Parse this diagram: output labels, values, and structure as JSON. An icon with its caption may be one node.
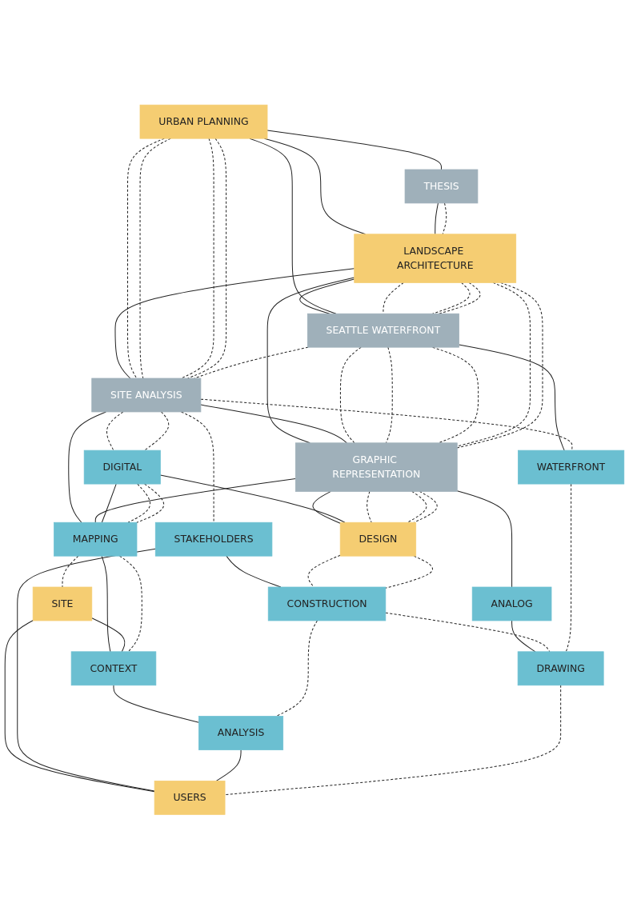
{
  "diagram": {
    "nodes": [
      {
        "text": [
          "URBAN PLANNING"
        ]
      },
      {
        "text": [
          "THESIS"
        ]
      },
      {
        "text": [
          "LANDSCAPE ARCHITECTURE"
        ]
      },
      {
        "text": [
          "SEATTLE WATERFRONT"
        ]
      },
      {
        "text": [
          "SITE ANALYSIS"
        ]
      },
      {
        "text": [
          "GRAPHIC REPRESENTATION"
        ]
      },
      {
        "text": [
          "WATERFRONT"
        ]
      },
      {
        "text": [
          "DIGITAL"
        ]
      },
      {
        "text": [
          "DESIGN"
        ]
      },
      {
        "text": [
          "CONSTRUCTION"
        ]
      },
      {
        "text": [
          "MAPPING"
        ]
      },
      {
        "text": [
          "ANALOG"
        ]
      },
      {
        "text": [
          "DRAWING"
        ]
      },
      {
        "text": [
          "SITE"
        ]
      },
      {
        "text": [
          "STAKEHOLDERS"
        ]
      },
      {
        "text": [
          "USERS"
        ]
      },
      {
        "text": [
          "CONTEXT"
        ]
      },
      {
        "text": [
          "ANALYSIS"
        ]
      }
    ],
    "edges": [
      {
        "from": 0,
        "to": 2,
        "arrow": "none"
      },
      {
        "from": 0,
        "to": 1,
        "arrow": "none"
      },
      {
        "from": 1,
        "to": 2,
        "arrow": "none"
      },
      {
        "from": 2,
        "to": 3,
        "arrow": "none"
      },
      {
        "from": 2,
        "to": 5,
        "arrow": "none"
      },
      {
        "from": 2,
        "to": 4,
        "arrow": "none"
      },
      {
        "from": 0,
        "to": 3,
        "arrow": "none"
      },
      {
        "from": 3,
        "to": 6,
        "arrow": "none"
      },
      {
        "from": 4,
        "to": 5,
        "arrow": "none"
      },
      {
        "from": 4,
        "to": 10,
        "arrow": "none"
      },
      {
        "from": 5,
        "to": 8,
        "arrow": "none"
      },
      {
        "from": 5,
        "to": 11,
        "arrow": "none"
      },
      {
        "from": 5,
        "to": 10,
        "arrow": "none"
      },
      {
        "from": 7,
        "to": 10,
        "arrow": "none"
      },
      {
        "from": 7,
        "to": 8,
        "arrow": "none"
      },
      {
        "from": 10,
        "to": 16,
        "arrow": "none"
      },
      {
        "from": 11,
        "to": 12,
        "arrow": "none"
      },
      {
        "from": 14,
        "to": 9,
        "arrow": "none"
      },
      {
        "from": 13,
        "to": 16,
        "arrow": "none"
      },
      {
        "from": 13,
        "to": 15,
        "arrow": "none"
      },
      {
        "from": 14,
        "to": 15,
        "arrow": "none"
      },
      {
        "from": 16,
        "to": 17,
        "arrow": "none"
      },
      {
        "from": 17,
        "to": 15,
        "arrow": "none"
      },
      {
        "from": 0,
        "to": 4,
        "arrow": "none",
        "style": "dashed"
      },
      {
        "from": 0,
        "to": 4,
        "arrow": "none",
        "style": "dashed"
      },
      {
        "from": 0,
        "to": 4,
        "arrow": "none",
        "style": "dashed"
      },
      {
        "from": 0,
        "to": 4,
        "arrow": "none",
        "style": "dashed"
      },
      {
        "from": 2,
        "to": 3,
        "arrow": "none",
        "style": "dashed"
      },
      {
        "from": 3,
        "to": 4,
        "arrow": "none",
        "style": "dashed"
      },
      {
        "from": 2,
        "to": 3,
        "arrow": "none",
        "style": "dashed"
      },
      {
        "from": 3,
        "to": 5,
        "arrow": "none",
        "style": "dashed"
      },
      {
        "from": 2,
        "to": 3,
        "arrow": "none",
        "style": "dashed"
      },
      {
        "from": 3,
        "to": 5,
        "arrow": "none",
        "style": "dashed"
      },
      {
        "from": 3,
        "to": 5,
        "arrow": "none",
        "style": "dashed"
      },
      {
        "from": 2,
        "to": 5,
        "arrow": "none",
        "style": "dashed"
      },
      {
        "from": 1,
        "to": 2,
        "arrow": "none",
        "style": "dashed"
      },
      {
        "from": 2,
        "to": 5,
        "arrow": "none",
        "style": "dashed"
      },
      {
        "from": 5,
        "to": 8,
        "arrow": "none",
        "style": "dashed"
      },
      {
        "from": 8,
        "to": 9,
        "arrow": "none",
        "style": "dashed"
      },
      {
        "from": 9,
        "to": 17,
        "arrow": "none",
        "style": "dashed"
      },
      {
        "from": 5,
        "to": 8,
        "arrow": "none",
        "style": "dashed"
      },
      {
        "from": 5,
        "to": 8,
        "arrow": "none",
        "style": "dashed"
      },
      {
        "from": 8,
        "to": 9,
        "arrow": "none",
        "style": "dashed"
      },
      {
        "from": 9,
        "to": 12,
        "arrow": "none",
        "style": "dashed"
      },
      {
        "from": 12,
        "to": 15,
        "arrow": "none",
        "style": "dashed"
      },
      {
        "from": 4,
        "to": 7,
        "arrow": "none",
        "style": "dashed"
      },
      {
        "from": 7,
        "to": 10,
        "arrow": "none",
        "style": "dashed"
      },
      {
        "from": 10,
        "to": 16,
        "arrow": "none",
        "style": "dashed"
      },
      {
        "from": 4,
        "to": 7,
        "arrow": "none",
        "style": "dashed"
      },
      {
        "from": 7,
        "to": 10,
        "arrow": "none",
        "style": "dashed"
      },
      {
        "from": 10,
        "to": 13,
        "arrow": "none",
        "style": "dashed"
      },
      {
        "from": 4,
        "to": 14,
        "arrow": "none",
        "style": "dashed"
      },
      {
        "from": 4,
        "to": 6,
        "arrow": "none",
        "style": "dashed"
      },
      {
        "from": 6,
        "to": 12,
        "arrow": "none",
        "style": "dashed"
      }
    ]
  }
}
